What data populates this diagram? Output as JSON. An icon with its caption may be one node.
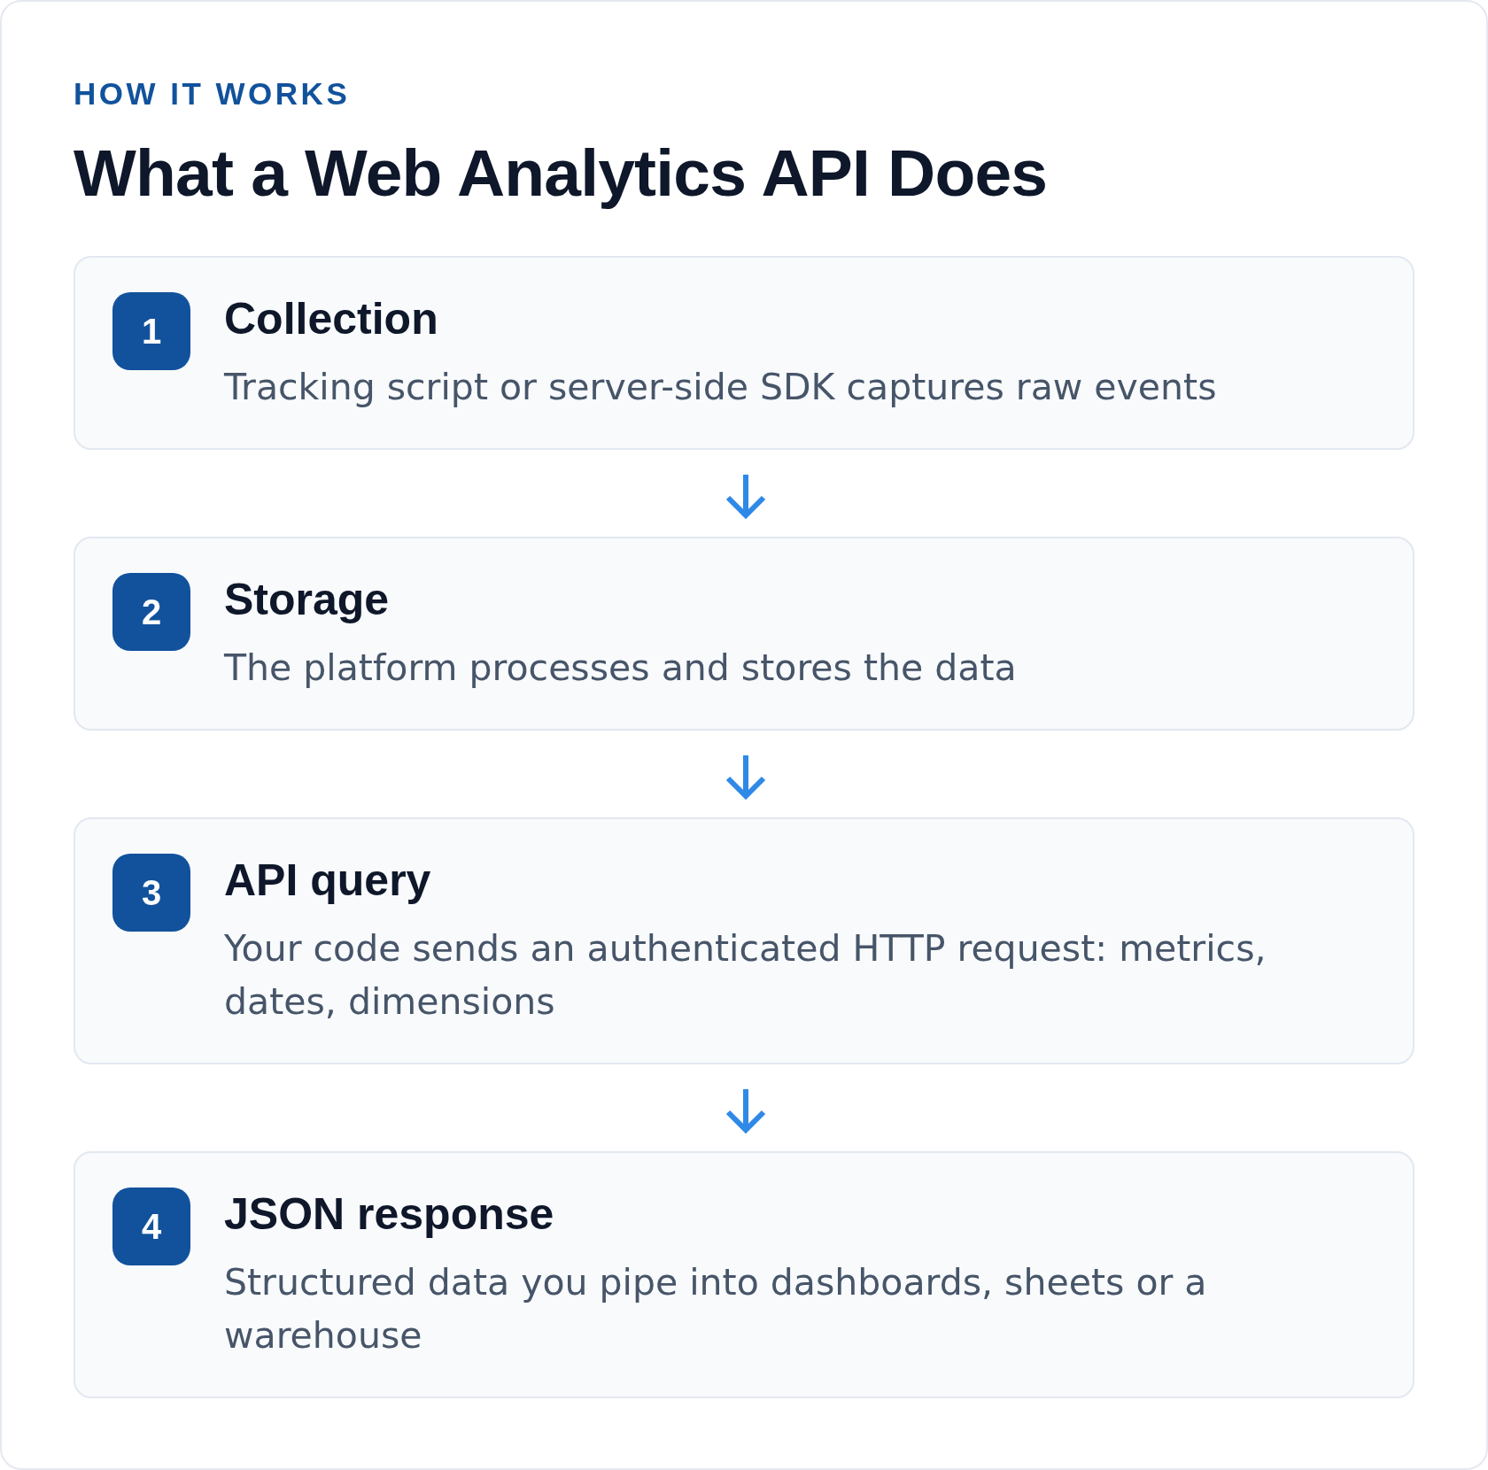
{
  "diagram": {
    "title": "What a Web Analytics API Does",
    "nodes": [
      {
        "text": [
          "Collection",
          "Tracking script or server-side SDK captures raw events"
        ]
      },
      {
        "text": [
          "1"
        ],
        "in": 0
      },
      {
        "text": [
          "Storage",
          "The platform processes and stores the data"
        ]
      },
      {
        "text": [
          "2"
        ],
        "in": 2
      },
      {
        "text": [
          "API query",
          "Your code sends an authenticated HTTP request: metrics, dates, dimensions"
        ]
      },
      {
        "text": [
          "3"
        ],
        "in": 4
      },
      {
        "text": [
          "JSON response",
          "Structured data you pipe into dashboards, sheets or a warehouse"
        ]
      },
      {
        "text": [
          "4"
        ],
        "in": 6
      }
    ],
    "edges": [
      {
        "from": 0,
        "to": 2,
        "arrow": "to"
      },
      {
        "from": 2,
        "to": 4,
        "arrow": "to"
      },
      {
        "from": 4,
        "to": 6,
        "arrow": "to"
      }
    ],
    "labels": [
      "HOW IT WORKS"
    ]
  }
}
